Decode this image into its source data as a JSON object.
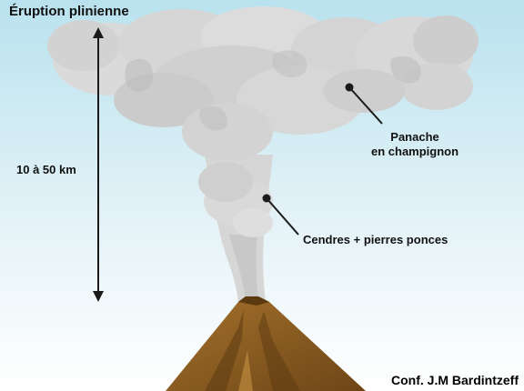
{
  "title": "Éruption plinienne",
  "height_range": "10 à 50 km",
  "labels": {
    "plume": [
      "Panache",
      "en champignon"
    ],
    "ash": "Cendres + pierres ponces"
  },
  "credit": "Conf. J.M Bardintzeff",
  "colors": {
    "sky_top": "#b9e2ee",
    "sky_bottom": "#ffffff",
    "cloud": "#dcdcdc",
    "cloud_shadow": "#a9a9a9",
    "volcano": "#8a5d22",
    "volcano_dark": "#5b3a12",
    "arrow": "#1a1a1a"
  }
}
